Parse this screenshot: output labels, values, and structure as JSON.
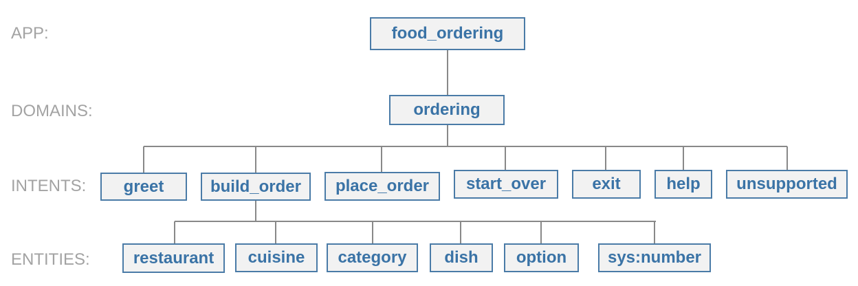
{
  "levels": {
    "app": "APP:",
    "domains": "DOMAINS:",
    "intents": "INTENTS:",
    "entities": "ENTITIES:"
  },
  "app": "food_ordering",
  "domain": "ordering",
  "intents": [
    "greet",
    "build_order",
    "place_order",
    "start_over",
    "exit",
    "help",
    "unsupported"
  ],
  "entities": [
    "restaurant",
    "cuisine",
    "category",
    "dish",
    "option",
    "sys:number"
  ],
  "colors": {
    "node_border": "#4a7ba7",
    "node_fill": "#f2f2f2",
    "node_text": "#3a73a6",
    "label_text": "#a3a3a3",
    "connector": "#888888"
  }
}
